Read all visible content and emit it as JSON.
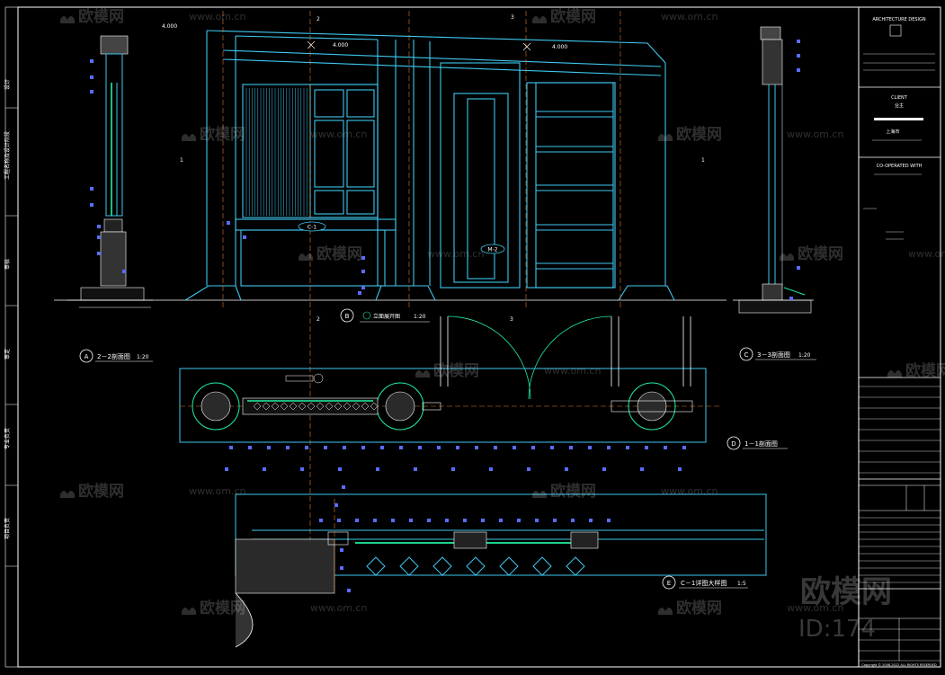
{
  "sheet": {
    "watermark_brand": "欧模网",
    "watermark_url": "www.om.cn",
    "watermark_id": "ID:174",
    "big_watermark": "欧模网"
  },
  "title_block": {
    "firm_header": "ARCHITECTURE DESIGN",
    "client_label": "CLIENT",
    "client_value": "业主",
    "coop_label": "CO-OPERATED WITH",
    "location": "上海市",
    "footer_note": "Copyright © 2008-2022 ALL RIGHTS RESERVED"
  },
  "left_margin": {
    "labels": [
      "设计",
      "工程名称及设计阶段",
      "审核",
      "审定",
      "专业负责",
      "项目负责"
    ]
  },
  "views": {
    "A": {
      "letter": "A",
      "label": "2－2剖面图",
      "scale": "1:20"
    },
    "B": {
      "letter": "B",
      "label": "立面展开图",
      "scale": "1:20"
    },
    "C": {
      "letter": "C",
      "label": "3－3剖面图",
      "scale": "1:20"
    },
    "D": {
      "letter": "D",
      "label": "1－1剖面图",
      "scale": ""
    },
    "E": {
      "letter": "E",
      "label": "C－1详图大样图",
      "scale": "1:5"
    }
  },
  "elevation": {
    "level_top": "4.000",
    "level_mid": "4.000",
    "tag_c1": "C-1",
    "tag_m2": "M-2",
    "axis_marks": [
      "2",
      "3",
      "1",
      "1",
      "2",
      "3"
    ]
  }
}
